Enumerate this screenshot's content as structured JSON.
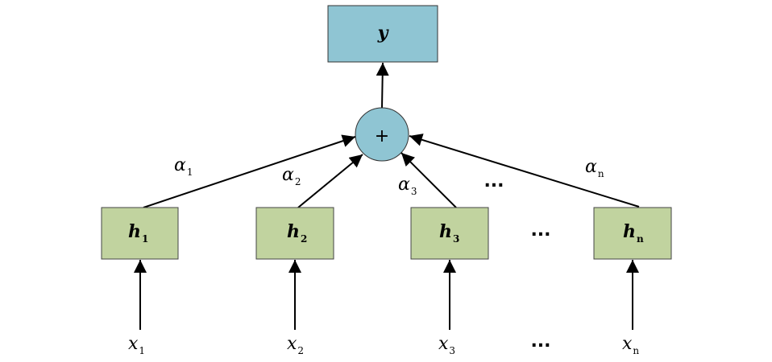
{
  "colors": {
    "output_fill": "#8fc5d3",
    "sum_fill": "#8fc5d3",
    "hidden_fill": "#c1d39f",
    "stroke": "#000000"
  },
  "output": {
    "label": "y"
  },
  "sum_node": {
    "symbol": "+"
  },
  "hidden": [
    {
      "name": "h",
      "sub": "1"
    },
    {
      "name": "h",
      "sub": "2"
    },
    {
      "name": "h",
      "sub": "3"
    },
    {
      "name": "h",
      "sub": "n"
    }
  ],
  "inputs": [
    {
      "name": "x",
      "sub": "1"
    },
    {
      "name": "x",
      "sub": "2"
    },
    {
      "name": "x",
      "sub": "3"
    },
    {
      "name": "x",
      "sub": "n"
    }
  ],
  "weights": [
    {
      "name": "α",
      "sub": "1"
    },
    {
      "name": "α",
      "sub": "2"
    },
    {
      "name": "α",
      "sub": "3"
    },
    {
      "name": "α",
      "sub": "n"
    }
  ],
  "ellipsis": "..."
}
